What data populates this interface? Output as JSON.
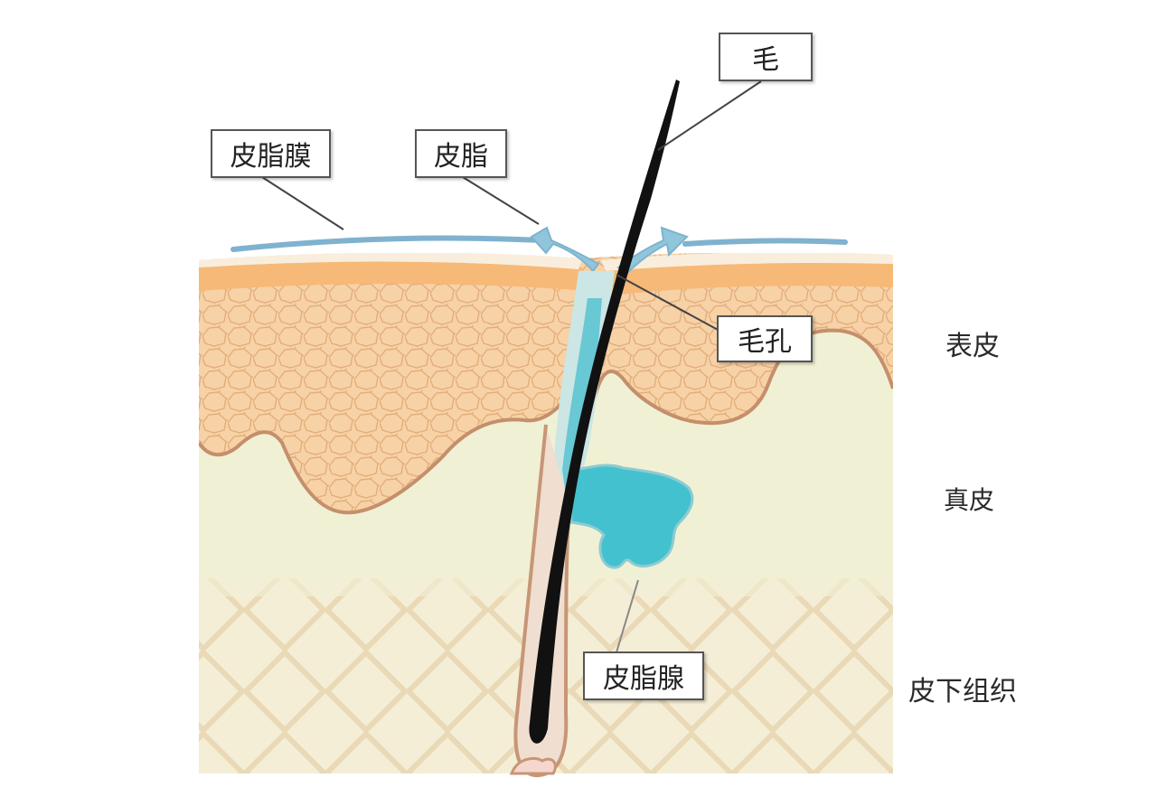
{
  "labels": {
    "hair": "毛",
    "sebum_film": "皮脂膜",
    "sebum": "皮脂",
    "pore": "毛孔",
    "sebaceous_gland": "皮脂腺"
  },
  "layers": {
    "epidermis": "表皮",
    "dermis": "真皮",
    "subcutaneous": "皮下组织"
  },
  "colors": {
    "epidermis_cells": "#f6cfa0",
    "cell_lines": "#e3b07e",
    "stratum_corneum": "#f7b977",
    "dermis": "#f0f1d4",
    "subcutaneous": "#f3ecd0",
    "sebum_film": "#7fb2cf",
    "sebum_gland": "#43c1cf",
    "hair": "#111111",
    "follicle_outline": "#c79676"
  }
}
